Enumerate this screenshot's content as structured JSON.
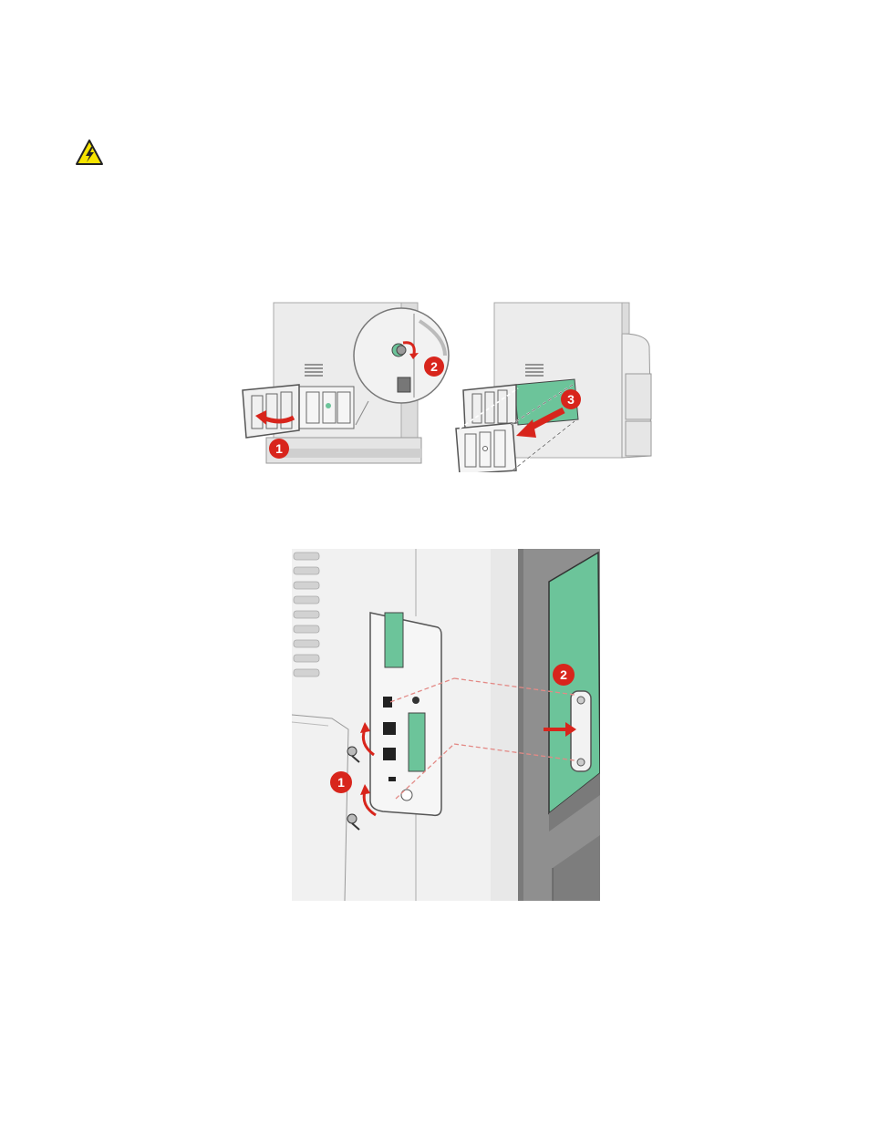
{
  "page": {
    "background": "#ffffff"
  },
  "warning_icon": {
    "name": "electrical-hazard-warning-icon",
    "fill": "#f7e400",
    "stroke": "#222222"
  },
  "colors": {
    "callout": "#d8251c",
    "callout_text": "#ffffff",
    "circuit_board": "#6cc49a",
    "printer_body": "#eeeeee",
    "printer_edge": "#9a9a9a",
    "dark_panel": "#8c8c8c"
  },
  "figure_top": {
    "name": "printer-access-cover-removal-illustration",
    "callouts": [
      "1",
      "2",
      "3"
    ]
  },
  "figure_bottom": {
    "name": "system-board-shield-screw-removal-illustration",
    "callouts": [
      "1",
      "2"
    ]
  }
}
